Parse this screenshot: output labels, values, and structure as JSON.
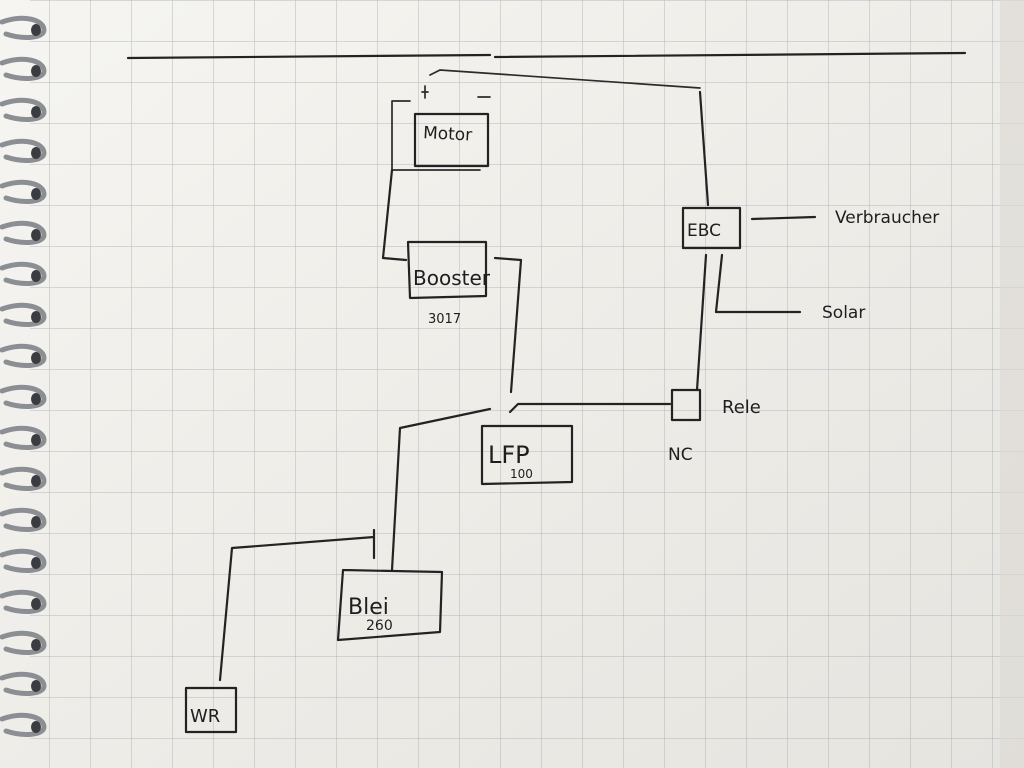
{
  "labels": {
    "motor": "Motor",
    "booster": "Booster",
    "booster_rating": "3017",
    "lfp": "LFP",
    "lfp_rating": "100",
    "blei": "Blei",
    "blei_rating": "260",
    "wr": "WR",
    "ebc": "EBC",
    "verbraucher": "Verbraucher",
    "solar": "Solar",
    "rele": "Rele",
    "nc": "NC"
  },
  "colors": {
    "paper": "#f3f2ee",
    "grid": "#9aa0a6",
    "ink": "#232323",
    "spiral": "#8b8f94"
  }
}
